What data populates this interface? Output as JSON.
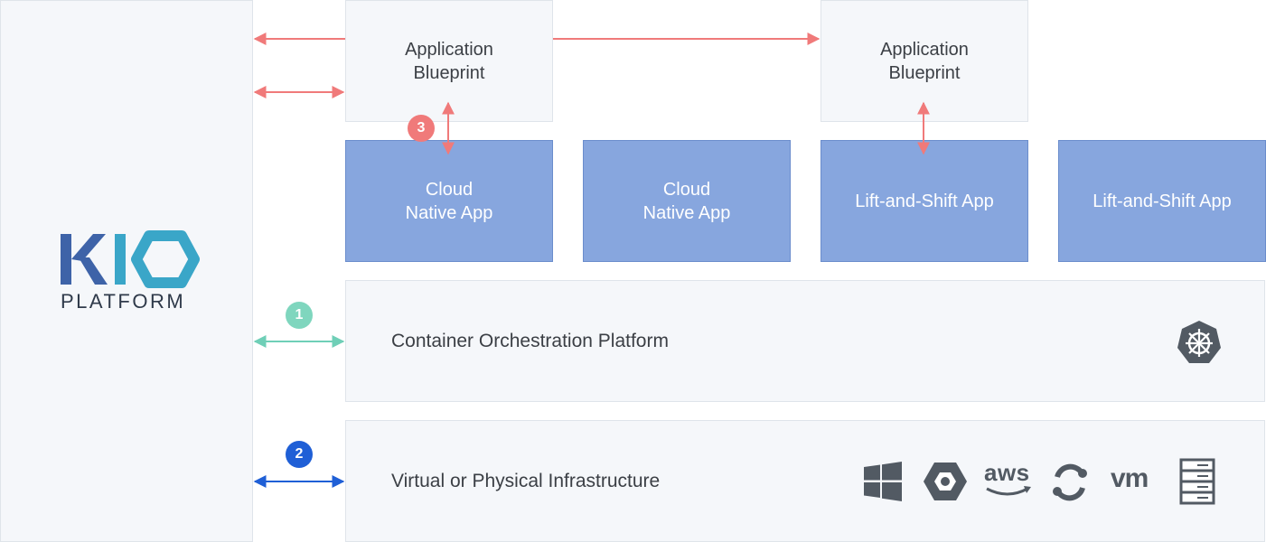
{
  "k10": {
    "logo_text": "K10",
    "platform_label": "PLATFORM"
  },
  "blueprints": [
    {
      "line1": "Application",
      "line2": "Blueprint"
    },
    {
      "line1": "Application",
      "line2": "Blueprint"
    }
  ],
  "apps": [
    {
      "line1": "Cloud",
      "line2": "Native App"
    },
    {
      "line1": "Cloud",
      "line2": "Native App"
    },
    {
      "line1": "Lift-and-Shift App",
      "line2": ""
    },
    {
      "line1": "Lift-and-Shift App",
      "line2": ""
    }
  ],
  "layers": {
    "orchestration": "Container Orchestration Platform",
    "infrastructure": "Virtual or Physical Infrastructure"
  },
  "badges": {
    "orchestration": "1",
    "infrastructure": "2",
    "blueprint": "3"
  },
  "infra_icons": [
    "windows-icon",
    "gcp-icon",
    "aws-icon",
    "openstack-icon",
    "vmware-icon",
    "server-icon"
  ],
  "icon_text": {
    "aws": "aws",
    "vm": "vm"
  },
  "colors": {
    "k10_blue": "#3e63a8",
    "k10_teal": "#3aa6c8",
    "blueprint_arrow": "#f07a7a",
    "orchestration_arrow": "#6fcfb7",
    "infra_arrow": "#1f5fd6",
    "app_fill": "#87a6de",
    "icon_gray": "#525a63"
  }
}
